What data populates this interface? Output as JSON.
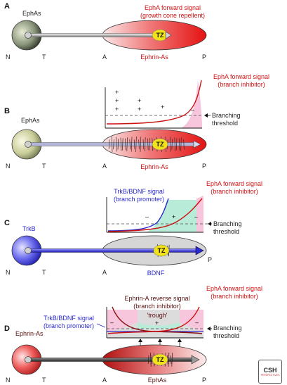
{
  "panels": {
    "A": {
      "letter": "A",
      "cell_label": "EphAs",
      "axis_n": "N",
      "axis_t": "T",
      "axis_a": "A",
      "axis_p": "P",
      "signal_line1": "EphA forward signal",
      "signal_line2": "(growth cone repellent)",
      "gradient_label": "Ephrin-As",
      "tz": "TZ"
    },
    "B": {
      "letter": "B",
      "cell_label": "EphAs",
      "axis_n": "N",
      "axis_t": "T",
      "axis_a": "A",
      "axis_p": "P",
      "signal_line1": "EphA forward signal",
      "signal_line2": "(branch inhibitor)",
      "threshold_line1": "Branching",
      "threshold_line2": "threshold",
      "gradient_label": "Ephrin-As",
      "tz": "TZ",
      "plus": "+",
      "minus": "–"
    },
    "C": {
      "letter": "C",
      "cell_label": "TrkB",
      "axis_n": "N",
      "axis_t": "T",
      "axis_a": "A",
      "axis_p": "P",
      "signal_blue_line1": "TrkB/BDNF signal",
      "signal_blue_line2": "(branch promoter)",
      "signal_red_line1": "EphA forward signal",
      "signal_red_line2": "(branch inhibitor)",
      "threshold_line1": "Branching",
      "threshold_line2": "threshold",
      "gradient_label": "BDNF",
      "tz": "TZ",
      "plus": "+",
      "minus": "–"
    },
    "D": {
      "letter": "D",
      "cell_label": "Ephrin-As",
      "axis_n": "N",
      "axis_t": "T",
      "axis_a": "A",
      "axis_p": "P",
      "reverse_line1": "Ephrin-A reverse signal",
      "reverse_line2": "(branch inhibitor)",
      "forward_line1": "EphA forward signal",
      "forward_line2": "(branch inhibitor)",
      "trough": "'trough'",
      "trkb_line1": "TrkB/BDNF signal",
      "trkb_line2": "(branch promoter)",
      "threshold_line1": "Branching",
      "threshold_line2": "threshold",
      "gradient_label": "EphAs",
      "tz": "TZ",
      "plus": "+",
      "minus": "–"
    }
  },
  "logo": {
    "line1": "CSH",
    "line2": "PERSPECTIVES"
  },
  "colors": {
    "red": "#cc1111",
    "blue": "#2a2acc",
    "pink": "#f7c6dc",
    "teal": "#b8ecd8",
    "yellow": "#f2e21a"
  }
}
